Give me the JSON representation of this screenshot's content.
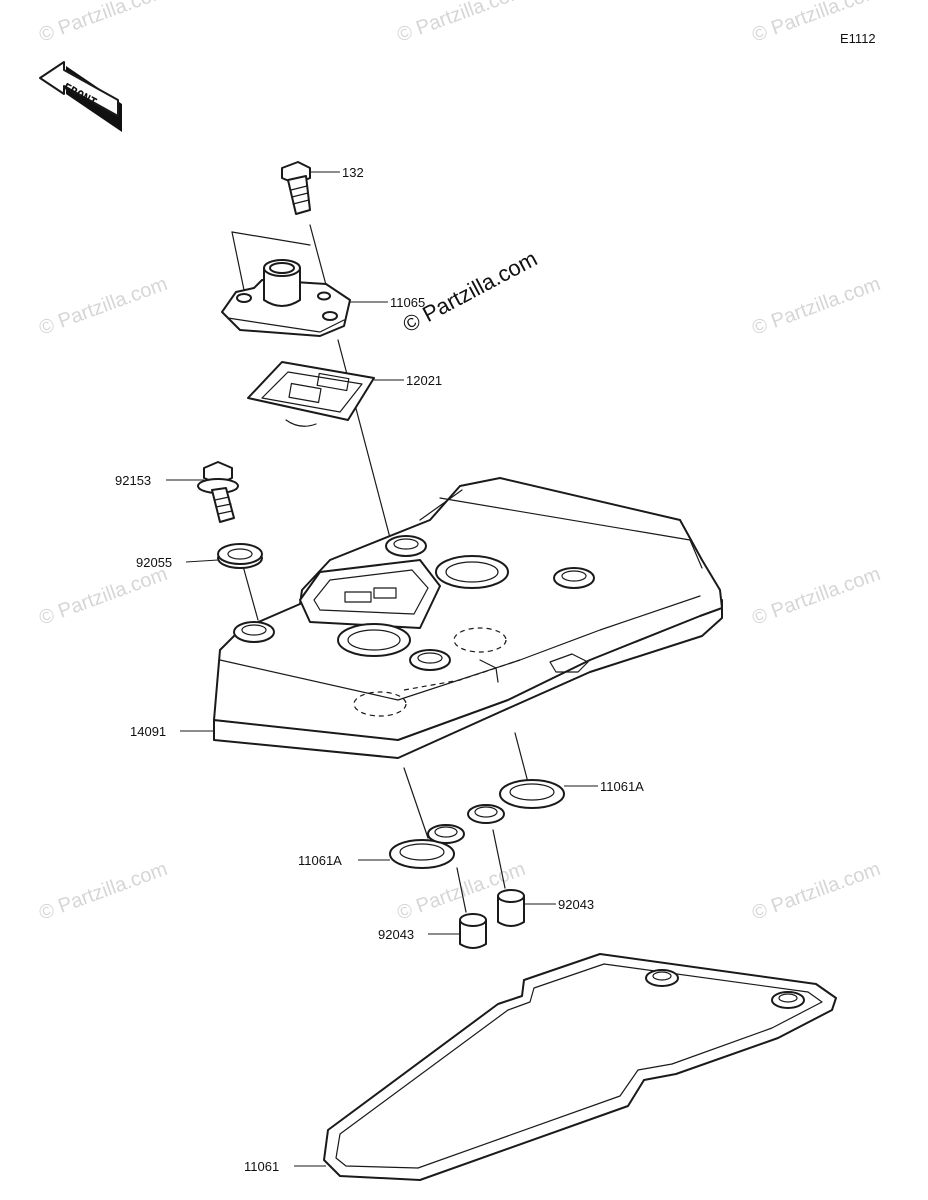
{
  "diagram": {
    "code": "E1112",
    "front_label": "FRONT",
    "watermark": "© Partzilla.com",
    "center_watermark": "© Partzilla.com",
    "parts": [
      {
        "key": "p132",
        "number": "132"
      },
      {
        "key": "p11065",
        "number": "11065"
      },
      {
        "key": "p12021",
        "number": "12021"
      },
      {
        "key": "p92153",
        "number": "92153"
      },
      {
        "key": "p92055",
        "number": "92055"
      },
      {
        "key": "p14091",
        "number": "14091"
      },
      {
        "key": "p11061A_r",
        "number": "11061A"
      },
      {
        "key": "p11061A_l",
        "number": "11061A"
      },
      {
        "key": "p92043_r",
        "number": "92043"
      },
      {
        "key": "p92043_l",
        "number": "92043"
      },
      {
        "key": "p11061",
        "number": "11061"
      }
    ]
  }
}
